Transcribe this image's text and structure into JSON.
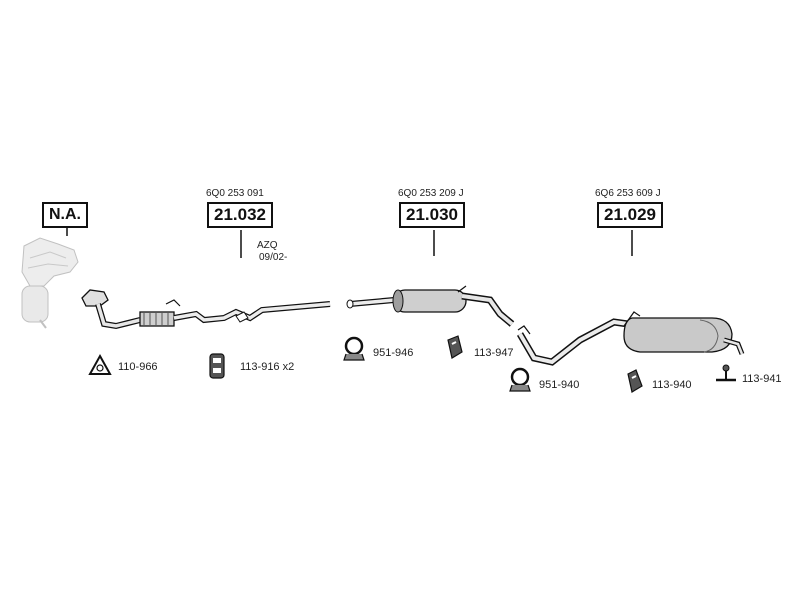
{
  "groups": [
    {
      "oe": "",
      "code": "N.A."
    },
    {
      "oe": "6Q0 253 091",
      "code": "21.032"
    },
    {
      "oe": "6Q0 253 209 J",
      "code": "21.030"
    },
    {
      "oe": "6Q6 253 609 J",
      "code": "21.029"
    }
  ],
  "note": {
    "line1": "AZQ",
    "line2": "09/02-"
  },
  "fittings": [
    {
      "label": "110-966"
    },
    {
      "label": "113-916 x2"
    },
    {
      "label": "951-946"
    },
    {
      "label": "113-947"
    },
    {
      "label": "951-940"
    },
    {
      "label": "113-940"
    },
    {
      "label": "113-941"
    }
  ],
  "colors": {
    "line": "#111111",
    "part_fill": "#bdbdbd",
    "part_dark": "#7a7a7a"
  }
}
